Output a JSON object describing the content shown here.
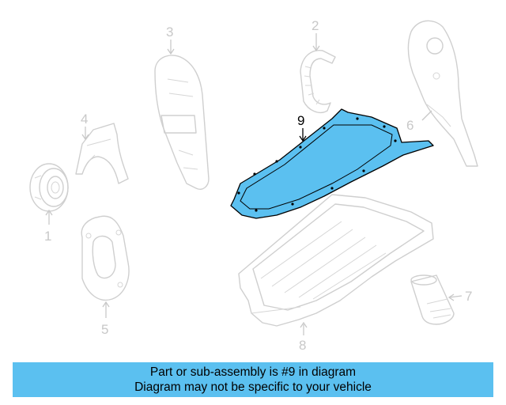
{
  "diagram": {
    "callouts": [
      {
        "id": "1",
        "label": "1"
      },
      {
        "id": "2",
        "label": "2"
      },
      {
        "id": "3",
        "label": "3"
      },
      {
        "id": "4",
        "label": "4"
      },
      {
        "id": "5",
        "label": "5"
      },
      {
        "id": "6",
        "label": "6"
      },
      {
        "id": "7",
        "label": "7"
      },
      {
        "id": "8",
        "label": "8"
      },
      {
        "id": "9",
        "label": "9"
      }
    ],
    "highlighted_part": "9",
    "highlight_color": "#5bc0f0"
  },
  "banner": {
    "line1": "Part or sub-assembly is #9 in diagram",
    "line2": "Diagram may not be specific to your vehicle",
    "color": "#5bc0f0"
  }
}
